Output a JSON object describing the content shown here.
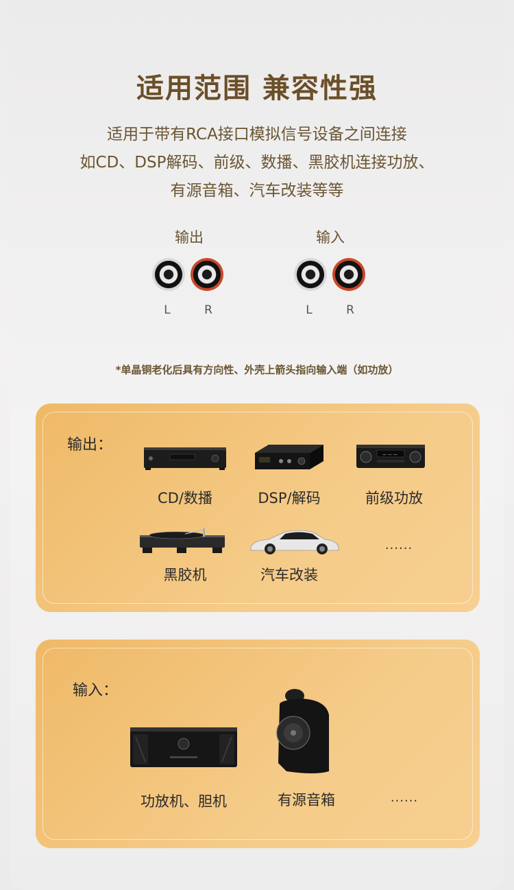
{
  "heading": "适用范围 兼容性强",
  "description": [
    "适用于带有RCA接口模拟信号设备之间连接",
    "如CD、DSP解码、前级、数播、黑胶机连接功放、",
    "有源音箱、汽车改装等等"
  ],
  "connectors": {
    "output_label": "输出",
    "input_label": "输入",
    "left": "L",
    "right": "R"
  },
  "note": "*单晶铜老化后具有方向性、外壳上箭头指向输入端（如功放）",
  "output_panel": {
    "title": "输出：",
    "items": [
      "CD/数播",
      "DSP/解码",
      "前级功放",
      "黑胶机",
      "汽车改装"
    ],
    "more": "......"
  },
  "input_panel": {
    "title": "输入：",
    "items": [
      "功放机、胆机",
      "有源音箱"
    ],
    "more": "......"
  },
  "colors": {
    "heading": "#6b4f28",
    "panel_start": "#efb967",
    "panel_end": "#f7cf90",
    "jack_red": "#c74a2a"
  },
  "icons": [
    "cd-player-icon",
    "dsp-decoder-icon",
    "preamp-icon",
    "turntable-icon",
    "sports-car-icon",
    "power-amp-icon",
    "speaker-icon"
  ]
}
